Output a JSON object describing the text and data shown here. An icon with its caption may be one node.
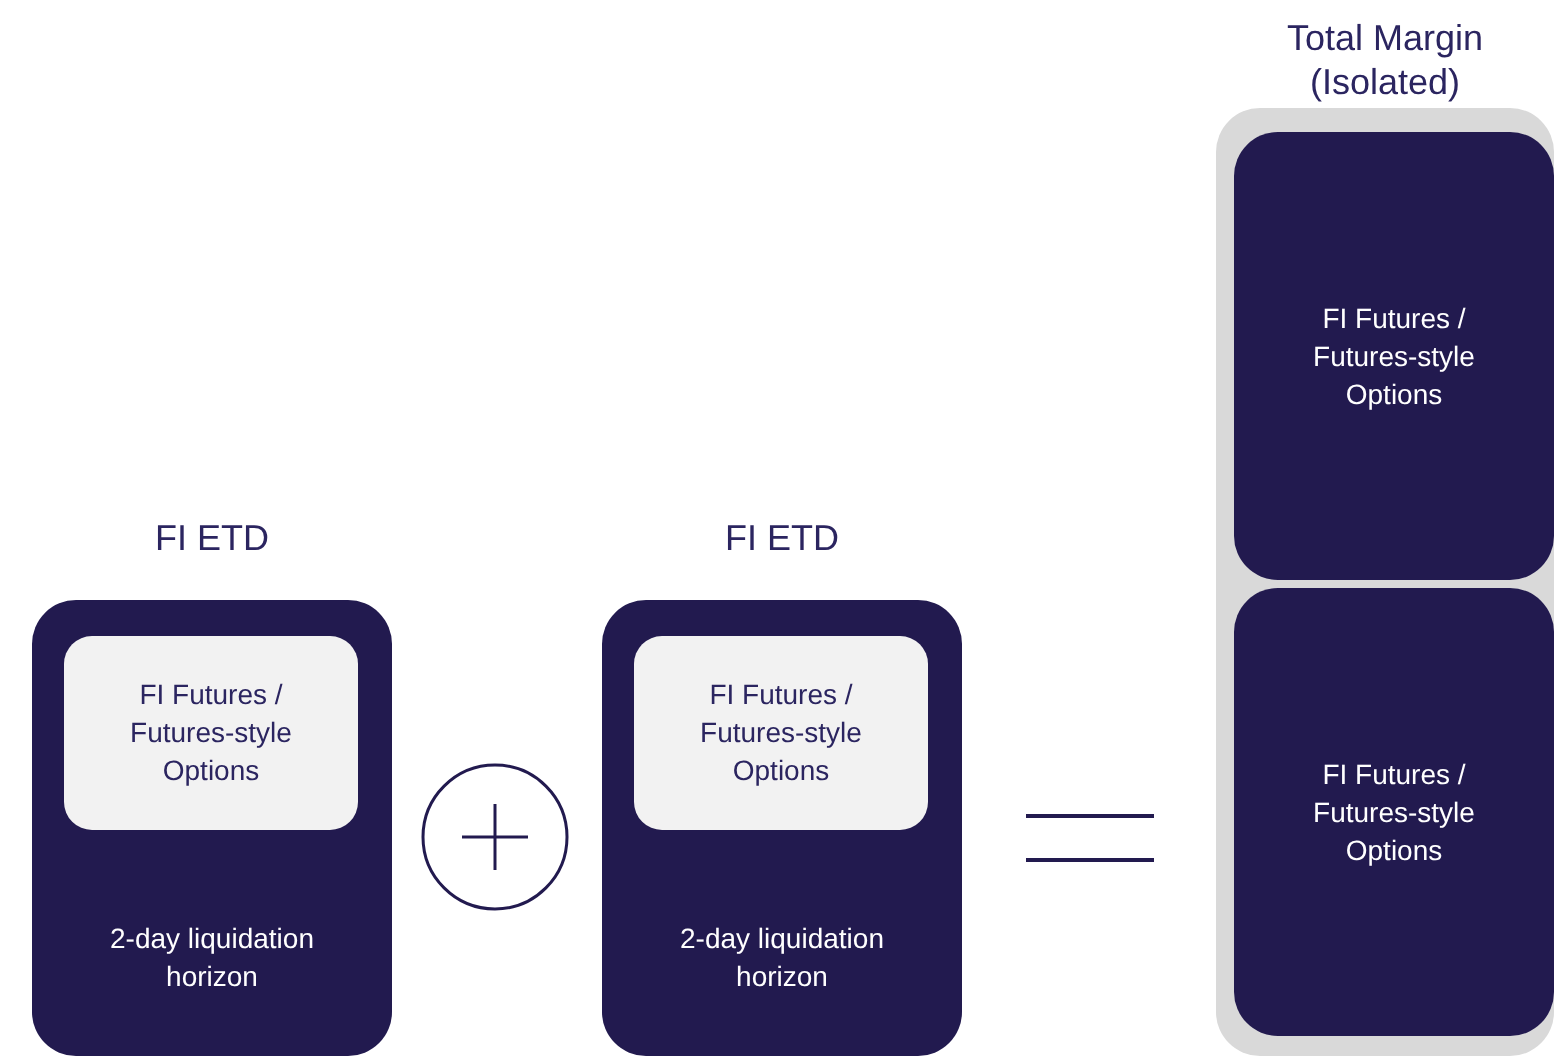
{
  "diagram": {
    "nodes": [
      {
        "text": [
          "FI ETD",
          "2-day liquidation horizon"
        ]
      },
      {
        "text": [
          "FI Futures / Futures-style Options"
        ],
        "in": 0
      },
      {
        "text": [
          "FI ETD",
          "2-day liquidation horizon"
        ]
      },
      {
        "text": [
          "FI Futures / Futures-style Options"
        ],
        "in": 2
      },
      {
        "text": [
          "Total Margin (Isolated)"
        ]
      },
      {
        "text": [
          "FI Futures / Futures-style Options"
        ],
        "in": 4
      },
      {
        "text": [
          "FI Futures / Futures-style Options"
        ],
        "in": 4
      }
    ]
  }
}
